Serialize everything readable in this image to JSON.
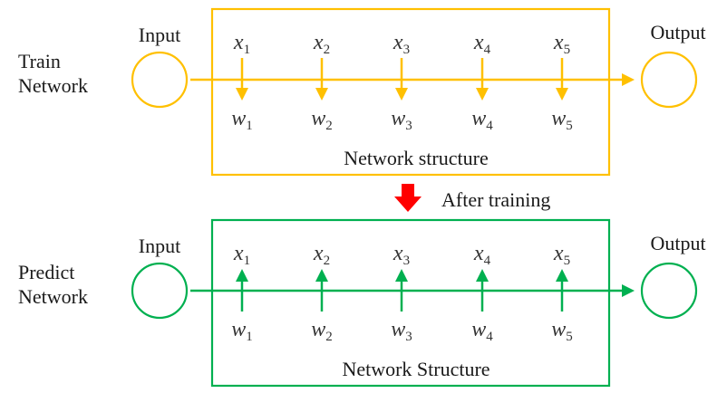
{
  "colors": {
    "train": "#FFC000",
    "predict": "#00B050",
    "transition": "#FF0000"
  },
  "train": {
    "row_label_1": "Train",
    "row_label_2": "Network",
    "input_label": "Input",
    "output_label": "Output",
    "box_label": "Network structure",
    "arrow_direction": "down",
    "inputs": [
      {
        "v": "x",
        "s": "1"
      },
      {
        "v": "x",
        "s": "2"
      },
      {
        "v": "x",
        "s": "3"
      },
      {
        "v": "x",
        "s": "4"
      },
      {
        "v": "x",
        "s": "5"
      }
    ],
    "weights": [
      {
        "v": "w",
        "s": "1"
      },
      {
        "v": "w",
        "s": "2"
      },
      {
        "v": "w",
        "s": "3"
      },
      {
        "v": "w",
        "s": "4"
      },
      {
        "v": "w",
        "s": "5"
      }
    ]
  },
  "transition": {
    "label": "After training"
  },
  "predict": {
    "row_label_1": "Predict",
    "row_label_2": "Network",
    "input_label": "Input",
    "output_label": "Output",
    "box_label": "Network Structure",
    "arrow_direction": "up",
    "inputs": [
      {
        "v": "x",
        "s": "1"
      },
      {
        "v": "x",
        "s": "2"
      },
      {
        "v": "x",
        "s": "3"
      },
      {
        "v": "x",
        "s": "4"
      },
      {
        "v": "x",
        "s": "5"
      }
    ],
    "weights": [
      {
        "v": "w",
        "s": "1"
      },
      {
        "v": "w",
        "s": "2"
      },
      {
        "v": "w",
        "s": "3"
      },
      {
        "v": "w",
        "s": "4"
      },
      {
        "v": "w",
        "s": "5"
      }
    ]
  }
}
